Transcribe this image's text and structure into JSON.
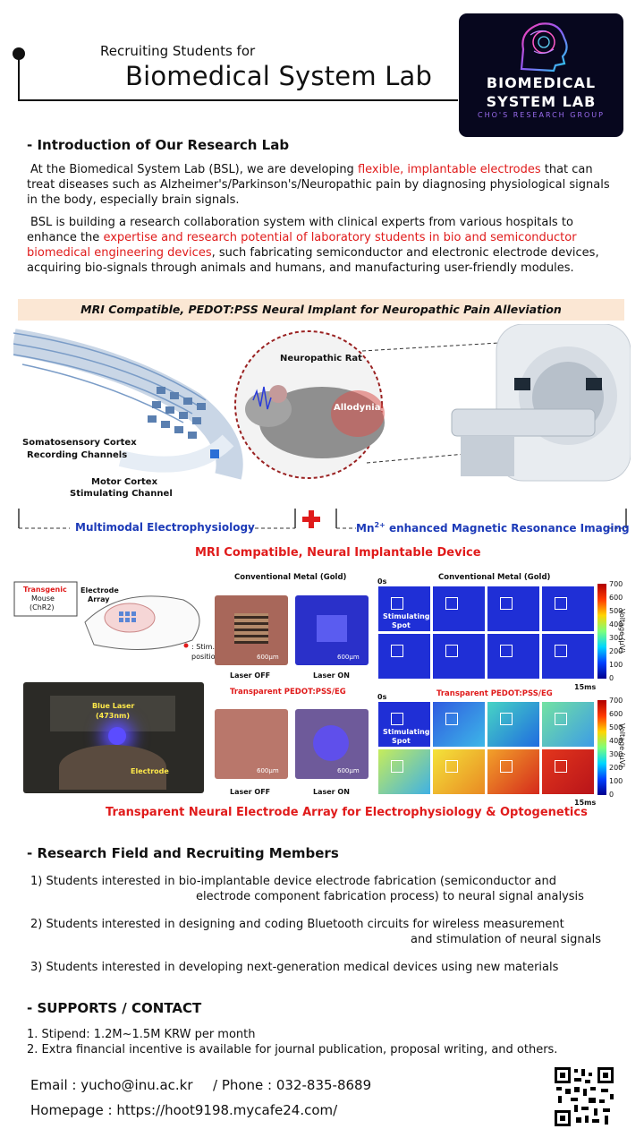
{
  "header": {
    "subtitle": "Recruiting Students for",
    "title": "Biomedical System Lab"
  },
  "logo": {
    "line1": "BIOMEDICAL",
    "line2": "SYSTEM LAB",
    "line3": "CHO'S RESEARCH GROUP"
  },
  "intro": {
    "heading": "- Introduction of Our Research Lab",
    "p1a": "At the Biomedical System Lab (BSL), we are developing ",
    "p1b": "flexible, implantable electrodes",
    "p1c": " that can treat diseases such as Alzheimer's/Parkinson's/Neuropathic pain by diagnosing physiological signals in the body, especially brain signals.",
    "p2a": "BSL is building a research collaboration system with clinical experts from various hospitals to enhance the ",
    "p2b": "expertise and research potential of laboratory students in bio and semiconductor biomedical engineering devices",
    "p2c": ", such fabricating semiconductor and electronic electrode devices, acquiring bio-signals through animals and humans, and manufacturing user-friendly modules."
  },
  "figure1": {
    "banner": "MRI Compatible, PEDOT:PSS Neural Implant for Neuropathic Pain Alleviation",
    "rat_label": "Neuropathic Rat",
    "allodynia": "Allodynia",
    "soma1": "Somatosensory Cortex",
    "soma2": "Recording Channels",
    "motor1": "Motor Cortex",
    "motor2": "Stimulating Channel",
    "left_caption": "Multimodal Electrophysiology",
    "right_caption_pre": "Mn",
    "right_caption_sup": "2+",
    "right_caption_post": " enhanced Magnetic Resonance Imaging",
    "title": "MRI Compatible, Neural Implantable Device"
  },
  "figure2": {
    "transgenic": "Transgenic",
    "mouse": "Mouse",
    "chr2": "(ChR2)",
    "electrode_array1": "Electrode",
    "electrode_array2": "Array",
    "stim1": ": Stim.",
    "stim2": "position",
    "blue_laser1": "Blue Laser",
    "blue_laser2": "(473nm)",
    "electrode": "Electrode",
    "conv_metal": "Conventional Metal (Gold)",
    "transparent": "Transparent PEDOT:PSS/EG",
    "scale": "600μm",
    "laser_off": "Laser OFF",
    "laser_on": "Laser ON",
    "t0": "0s",
    "t15": "15ms",
    "stim_spot1": "Stimulating",
    "stim_spot2": "Spot",
    "colorbar_ticks": [
      "700",
      "600",
      "500",
      "400",
      "300",
      "200",
      "100",
      "0"
    ],
    "colorbar_label": "Voltage (μV)",
    "title": "Transparent Neural Electrode Array for Electrophysiology & Optogenetics"
  },
  "research": {
    "heading": "- Research Field and Recruiting Members",
    "item1a": "1) Students interested in bio-implantable device electrode fabrication (semiconductor and",
    "item1b": "electrode component fabrication process) to neural signal analysis",
    "item2a": "2) Students interested in designing and coding Bluetooth circuits for wireless measurement",
    "item2b": "and stimulation of neural signals",
    "item3": "3) Students interested in developing next-generation medical devices using new materials"
  },
  "supports": {
    "heading": "- SUPPORTS / CONTACT",
    "line1": "1. Stipend: 1.2M~1.5M KRW per month",
    "line2": "2. Extra financial incentive is available for journal publication, proposal writing, and others."
  },
  "contact": {
    "email": "Email : yucho@inu.ac.kr",
    "phone": "/ Phone : 032-835-8689",
    "homepage": "Homepage : https://hoot9198.mycafe24.com/"
  },
  "colors": {
    "accent_red": "#e01b1b",
    "accent_blue": "#1d3bb8",
    "logo_bg": "#07071e"
  }
}
